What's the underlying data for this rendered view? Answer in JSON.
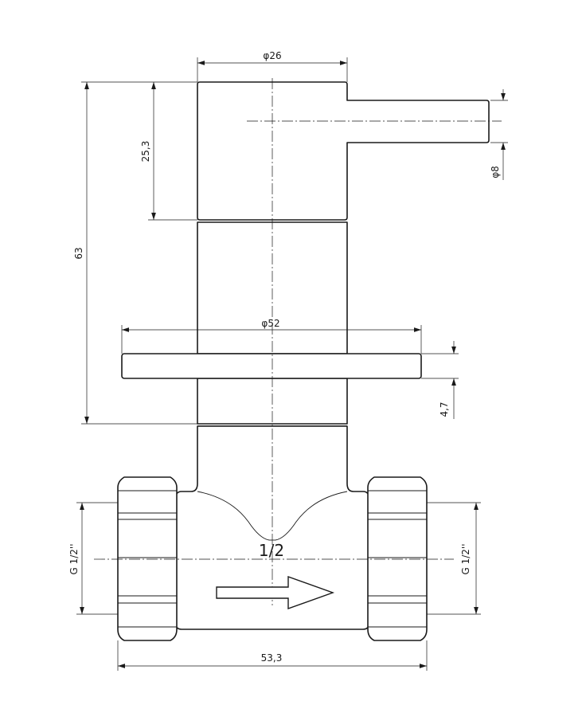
{
  "dimensions": {
    "handle_diameter": "φ26",
    "lever_diameter": "φ8",
    "handle_height": "25,3",
    "total_height": "63",
    "flange_diameter": "φ52",
    "flange_thickness": "4,7",
    "thread_left": "G 1/2''",
    "thread_right": "G 1/2''",
    "body_length": "53,3"
  },
  "body_label": "1/2",
  "flow_arrow": {
    "direction": "right"
  }
}
